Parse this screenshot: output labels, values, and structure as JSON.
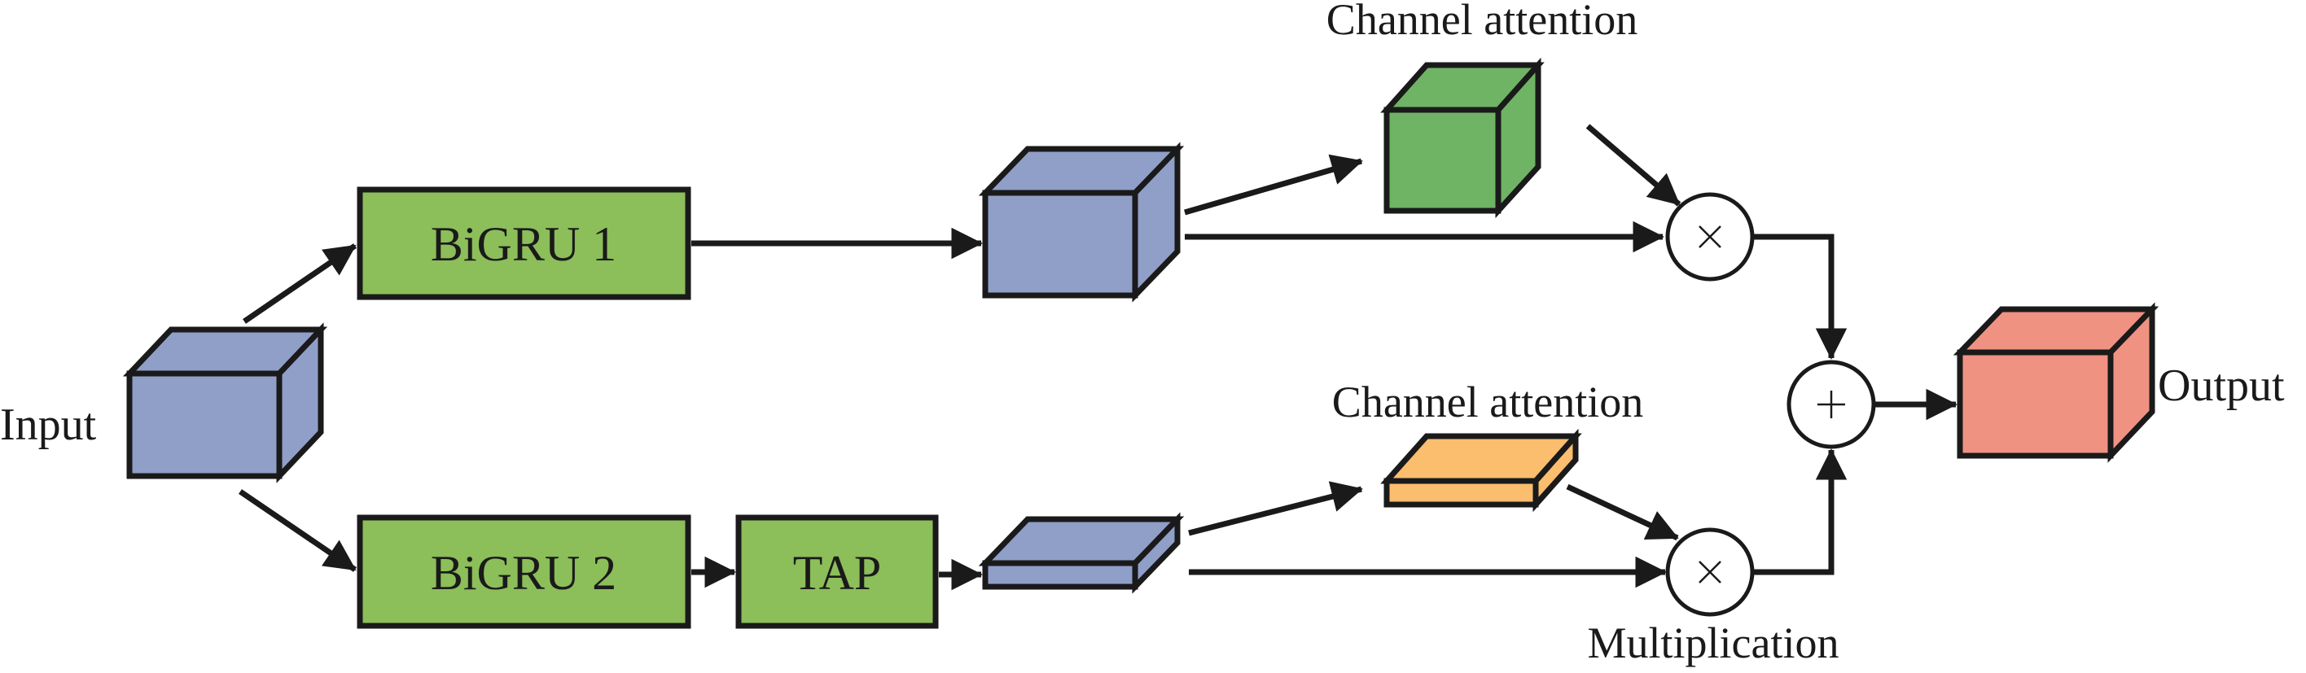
{
  "diagram": {
    "type": "neural-network-architecture",
    "colors": {
      "feature_blue": "#909fc8",
      "bigru_green": "#8cbe5a",
      "channel_attention_green": "#6fb464",
      "channel_attention_orange": "#fbbd6e",
      "output_salmon": "#f09282",
      "stroke": "#1a1a1a"
    },
    "nodes": {
      "input": {
        "label": "Input",
        "shape": "cube"
      },
      "bigru1": {
        "label": "BiGRU 1",
        "shape": "box"
      },
      "bigru2": {
        "label": "BiGRU 2",
        "shape": "box"
      },
      "tap": {
        "label": "TAP",
        "shape": "box"
      },
      "feature1": {
        "label": "",
        "shape": "cube"
      },
      "feature2": {
        "label": "",
        "shape": "flat-cube"
      },
      "attention1": {
        "label": "Channel attention",
        "shape": "cube"
      },
      "attention2": {
        "label": "Channel attention",
        "shape": "flat-cube"
      },
      "mul1": {
        "symbol": "×",
        "shape": "circle"
      },
      "mul2": {
        "symbol": "×",
        "shape": "circle",
        "label": "Multiplication"
      },
      "add": {
        "symbol": "+",
        "shape": "circle"
      },
      "output": {
        "label": "Output",
        "shape": "cube"
      }
    },
    "edges": [
      [
        "input",
        "bigru1"
      ],
      [
        "input",
        "bigru2"
      ],
      [
        "bigru1",
        "feature1"
      ],
      [
        "bigru2",
        "tap"
      ],
      [
        "tap",
        "feature2"
      ],
      [
        "feature1",
        "attention1"
      ],
      [
        "feature1",
        "mul1"
      ],
      [
        "attention1",
        "mul1"
      ],
      [
        "feature2",
        "attention2"
      ],
      [
        "feature2",
        "mul2"
      ],
      [
        "attention2",
        "mul2"
      ],
      [
        "mul1",
        "add"
      ],
      [
        "mul2",
        "add"
      ],
      [
        "add",
        "output"
      ]
    ]
  }
}
